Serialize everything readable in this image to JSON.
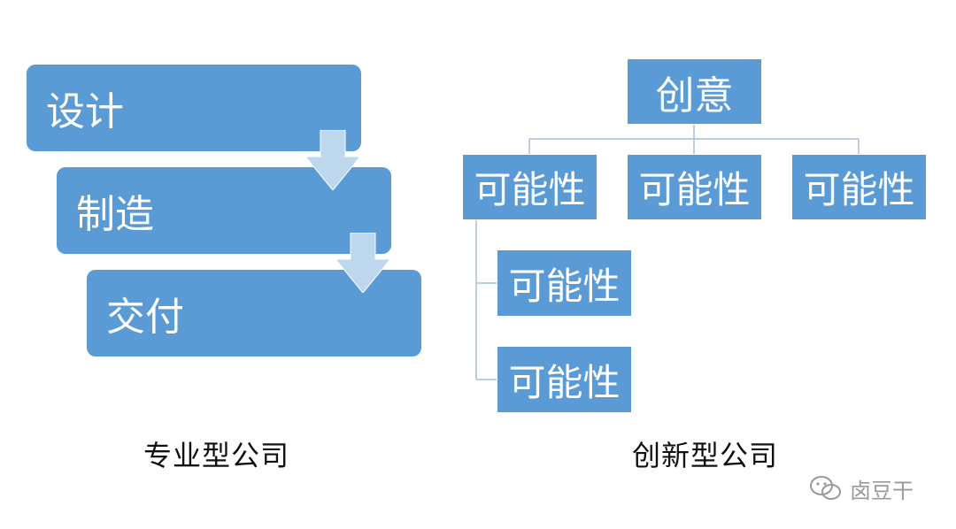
{
  "left_diagram": {
    "steps": [
      "设计",
      "制造",
      "交付"
    ],
    "caption": "专业型公司"
  },
  "right_diagram": {
    "root": "创意",
    "children": [
      "可能性",
      "可能性",
      "可能性"
    ],
    "sub_children": [
      "可能性",
      "可能性"
    ],
    "caption": "创新型公司"
  },
  "watermark": {
    "text": "卤豆干",
    "icon": "wechat-icon"
  },
  "colors": {
    "box_fill": "#5b9bd5",
    "arrow_fill": "#bdd7ee",
    "connector": "#a9bdd0",
    "caption_text": "#111111"
  }
}
